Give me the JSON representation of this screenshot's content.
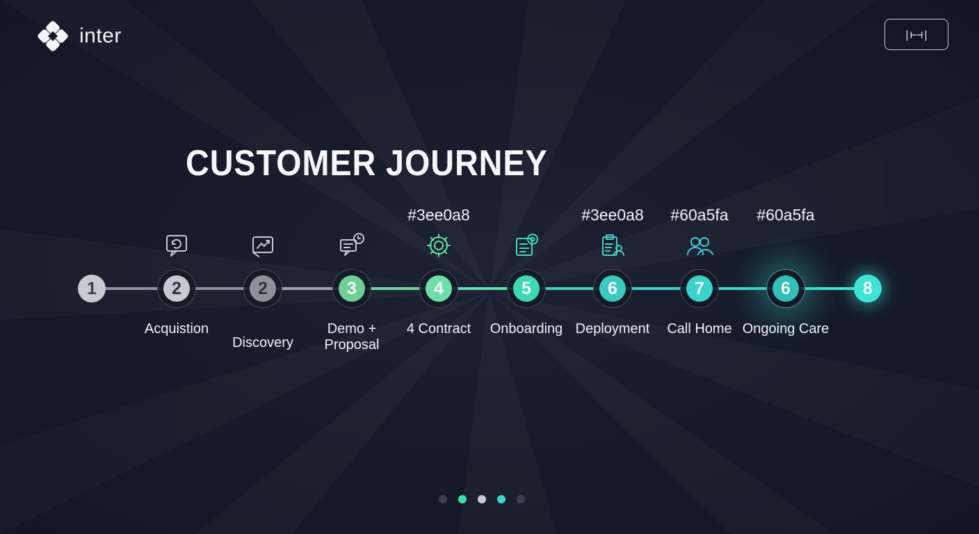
{
  "brand": {
    "name": "inter",
    "icon": "diamond-cross-logo"
  },
  "top_button": {
    "label": "|⊢⊣|",
    "icon": "fit-width-icon"
  },
  "title": "CUSTOMER JOURNEY",
  "colors": {
    "green": "#3ee0a8",
    "teal": "#2dd4bf",
    "blue": "#60a5fa",
    "gray": "#9ca3af"
  },
  "steps": [
    {
      "number": "1",
      "label": "",
      "hex": "",
      "icon": ""
    },
    {
      "number": "2",
      "label": "Acquistion",
      "hex": "",
      "icon": "chat-refresh-icon"
    },
    {
      "number": "2",
      "label": "Discovery",
      "hex": "",
      "icon": "chart-arrow-icon"
    },
    {
      "number": "3",
      "label": "Demo +",
      "label2": "Proposal",
      "hex": "",
      "icon": "presentation-chat-icon"
    },
    {
      "number": "4",
      "label": "4 Contract",
      "hex": "#3ee0a8",
      "icon": "gear-icon"
    },
    {
      "number": "5",
      "label": "Onboarding",
      "hex": "",
      "icon": "document-badge-icon"
    },
    {
      "number": "6",
      "label": "Deployment",
      "hex": "#3ee0a8",
      "icon": "clipboard-user-icon"
    },
    {
      "number": "7",
      "label": "Call Home",
      "hex": "#60a5fa",
      "icon": "users-icon"
    },
    {
      "number": "6",
      "label": "Ongoing Care",
      "hex": "#60a5fa",
      "icon": ""
    },
    {
      "number": "8",
      "label": "",
      "hex": "",
      "icon": ""
    }
  ],
  "pagination": {
    "count": 5,
    "active": [
      1,
      3
    ]
  }
}
